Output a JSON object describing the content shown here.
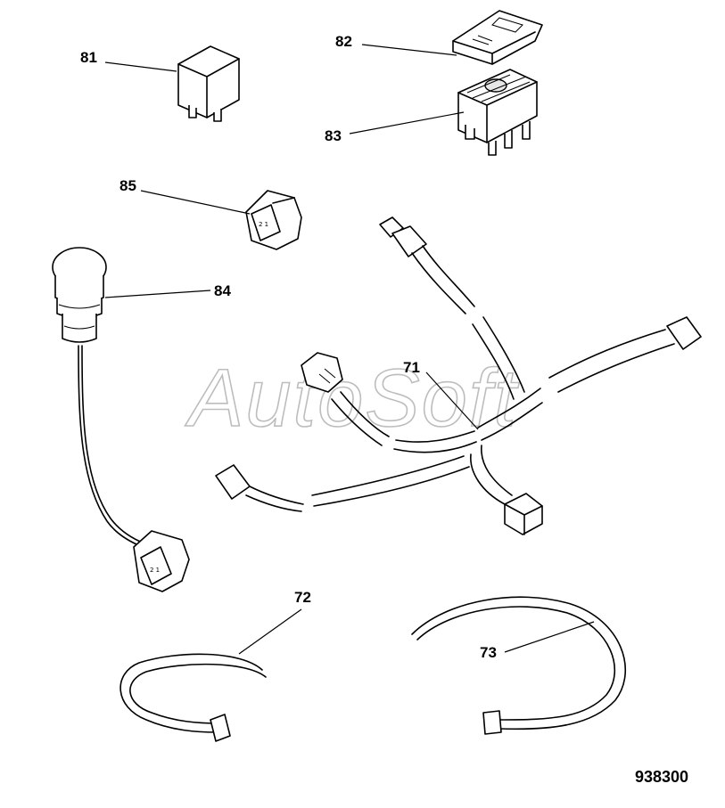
{
  "watermark": "AutoSoft",
  "document_number": "938300",
  "callouts": {
    "c71": "71",
    "c72": "72",
    "c73": "73",
    "c81": "81",
    "c82": "82",
    "c83": "83",
    "c84": "84",
    "c85": "85"
  }
}
